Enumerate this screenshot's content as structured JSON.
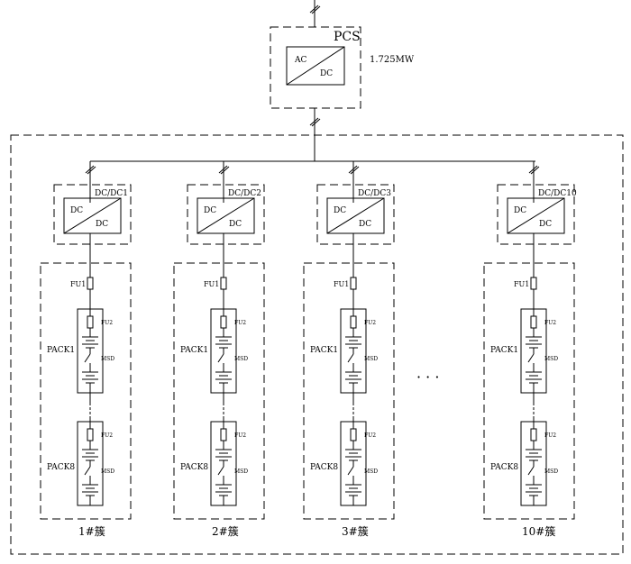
{
  "pcs": {
    "title": "PCS",
    "converter_in": "AC",
    "converter_out": "DC",
    "rating": "1.725MW"
  },
  "clusters": [
    {
      "dcdc_label": "DC/DC1",
      "fu1": "FU1",
      "pack_top": "PACK1",
      "pack_bottom": "PACK8",
      "fu2": "FU2",
      "msd": "MSD",
      "cluster_label": "1#簇"
    },
    {
      "dcdc_label": "DC/DC2",
      "fu1": "FU1",
      "pack_top": "PACK1",
      "pack_bottom": "PACK8",
      "fu2": "FU2",
      "msd": "MSD",
      "cluster_label": "2#簇"
    },
    {
      "dcdc_label": "DC/DC3",
      "fu1": "FU1",
      "pack_top": "PACK1",
      "pack_bottom": "PACK8",
      "fu2": "FU2",
      "msd": "MSD",
      "cluster_label": "3#簇"
    },
    {
      "dcdc_label": "DC/DC10",
      "fu1": "FU1",
      "pack_top": "PACK1",
      "pack_bottom": "PACK8",
      "fu2": "FU2",
      "msd": "MSD",
      "cluster_label": "10#簇"
    }
  ],
  "dc_text": "DC",
  "ellipsis": "· · ·"
}
